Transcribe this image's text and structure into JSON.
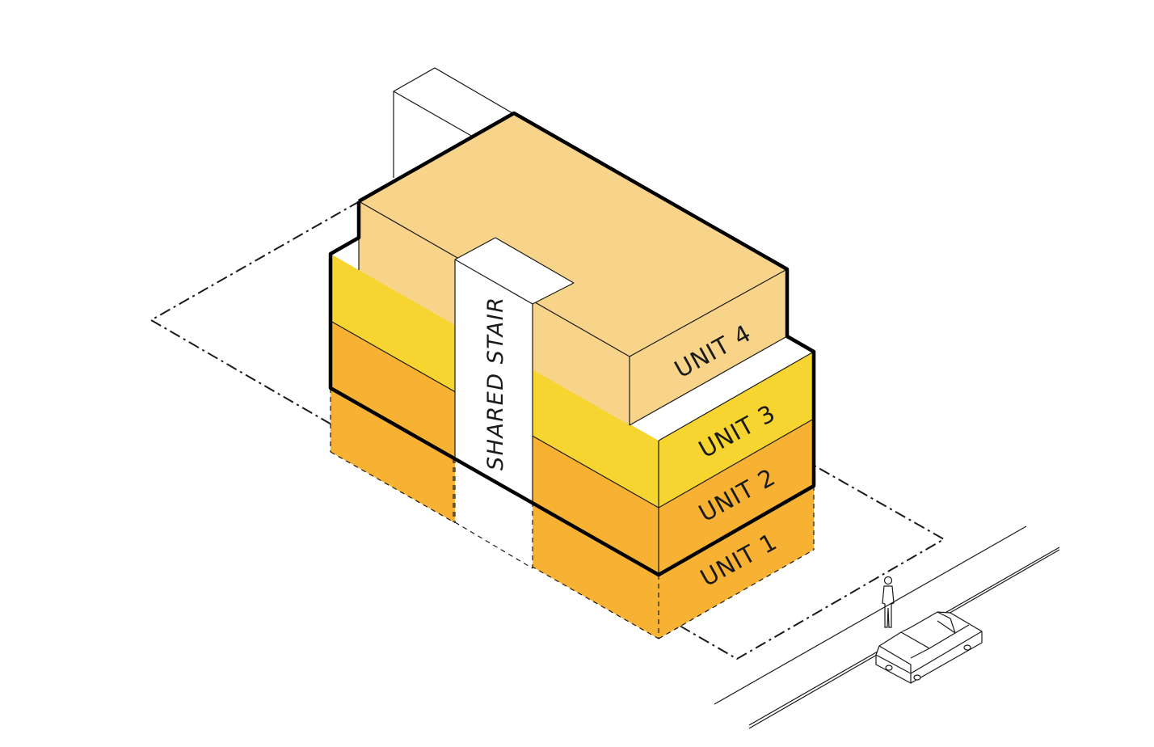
{
  "colors": {
    "unit4": "#F7D48A",
    "unit3": "#F6D530",
    "unit2": "#F7B233",
    "unit1": "#F7B233",
    "stair": "#FFFFFF",
    "outline": "#000000"
  },
  "labels": {
    "unit4": "UNIT 4",
    "unit3": "UNIT 3",
    "unit2": "UNIT 2",
    "unit1": "UNIT 1",
    "stair": "SHARED STAIR"
  },
  "icons": {
    "person": "person-icon",
    "car": "car-icon"
  }
}
